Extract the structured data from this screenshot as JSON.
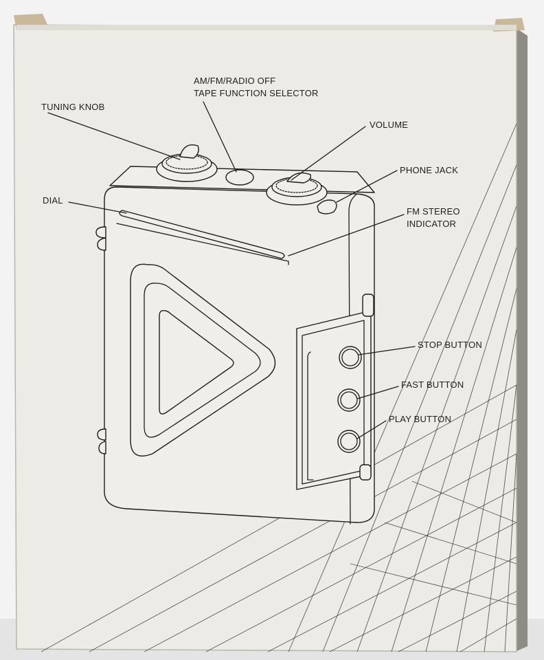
{
  "box": {
    "panel_color": "#eceae3",
    "side_color": "#c9c6bd",
    "line_color": "#1c1c1c"
  },
  "labels": {
    "tuning_knob": "TUNING KNOB",
    "selector_line1": "AM/FM/RADIO OFF",
    "selector_line2": "TAPE FUNCTION SELECTOR",
    "volume": "VOLUME",
    "phone_jack": "PHONE JACK",
    "dial": "DIAL",
    "fm_stereo_line1": "FM STEREO",
    "fm_stereo_line2": "INDICATOR",
    "stop_button": "STOP BUTTON",
    "fast_button": "FAST BUTTON",
    "play_button": "PLAY BUTTON"
  }
}
